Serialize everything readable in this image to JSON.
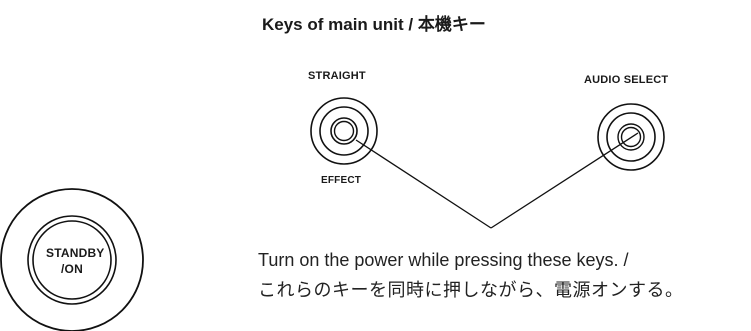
{
  "title": "Keys of main unit / 本機キー",
  "keys": {
    "straight": {
      "label": "STRAIGHT",
      "sublabel": "EFFECT"
    },
    "audio_select": {
      "label": "AUDIO SELECT"
    },
    "standby": {
      "line1": "STANDBY",
      "line2": "/ON"
    }
  },
  "instruction": {
    "en": "Turn on the power while pressing these keys. /",
    "ja": "これらのキーを同時に押しながら、電源オンする。"
  }
}
